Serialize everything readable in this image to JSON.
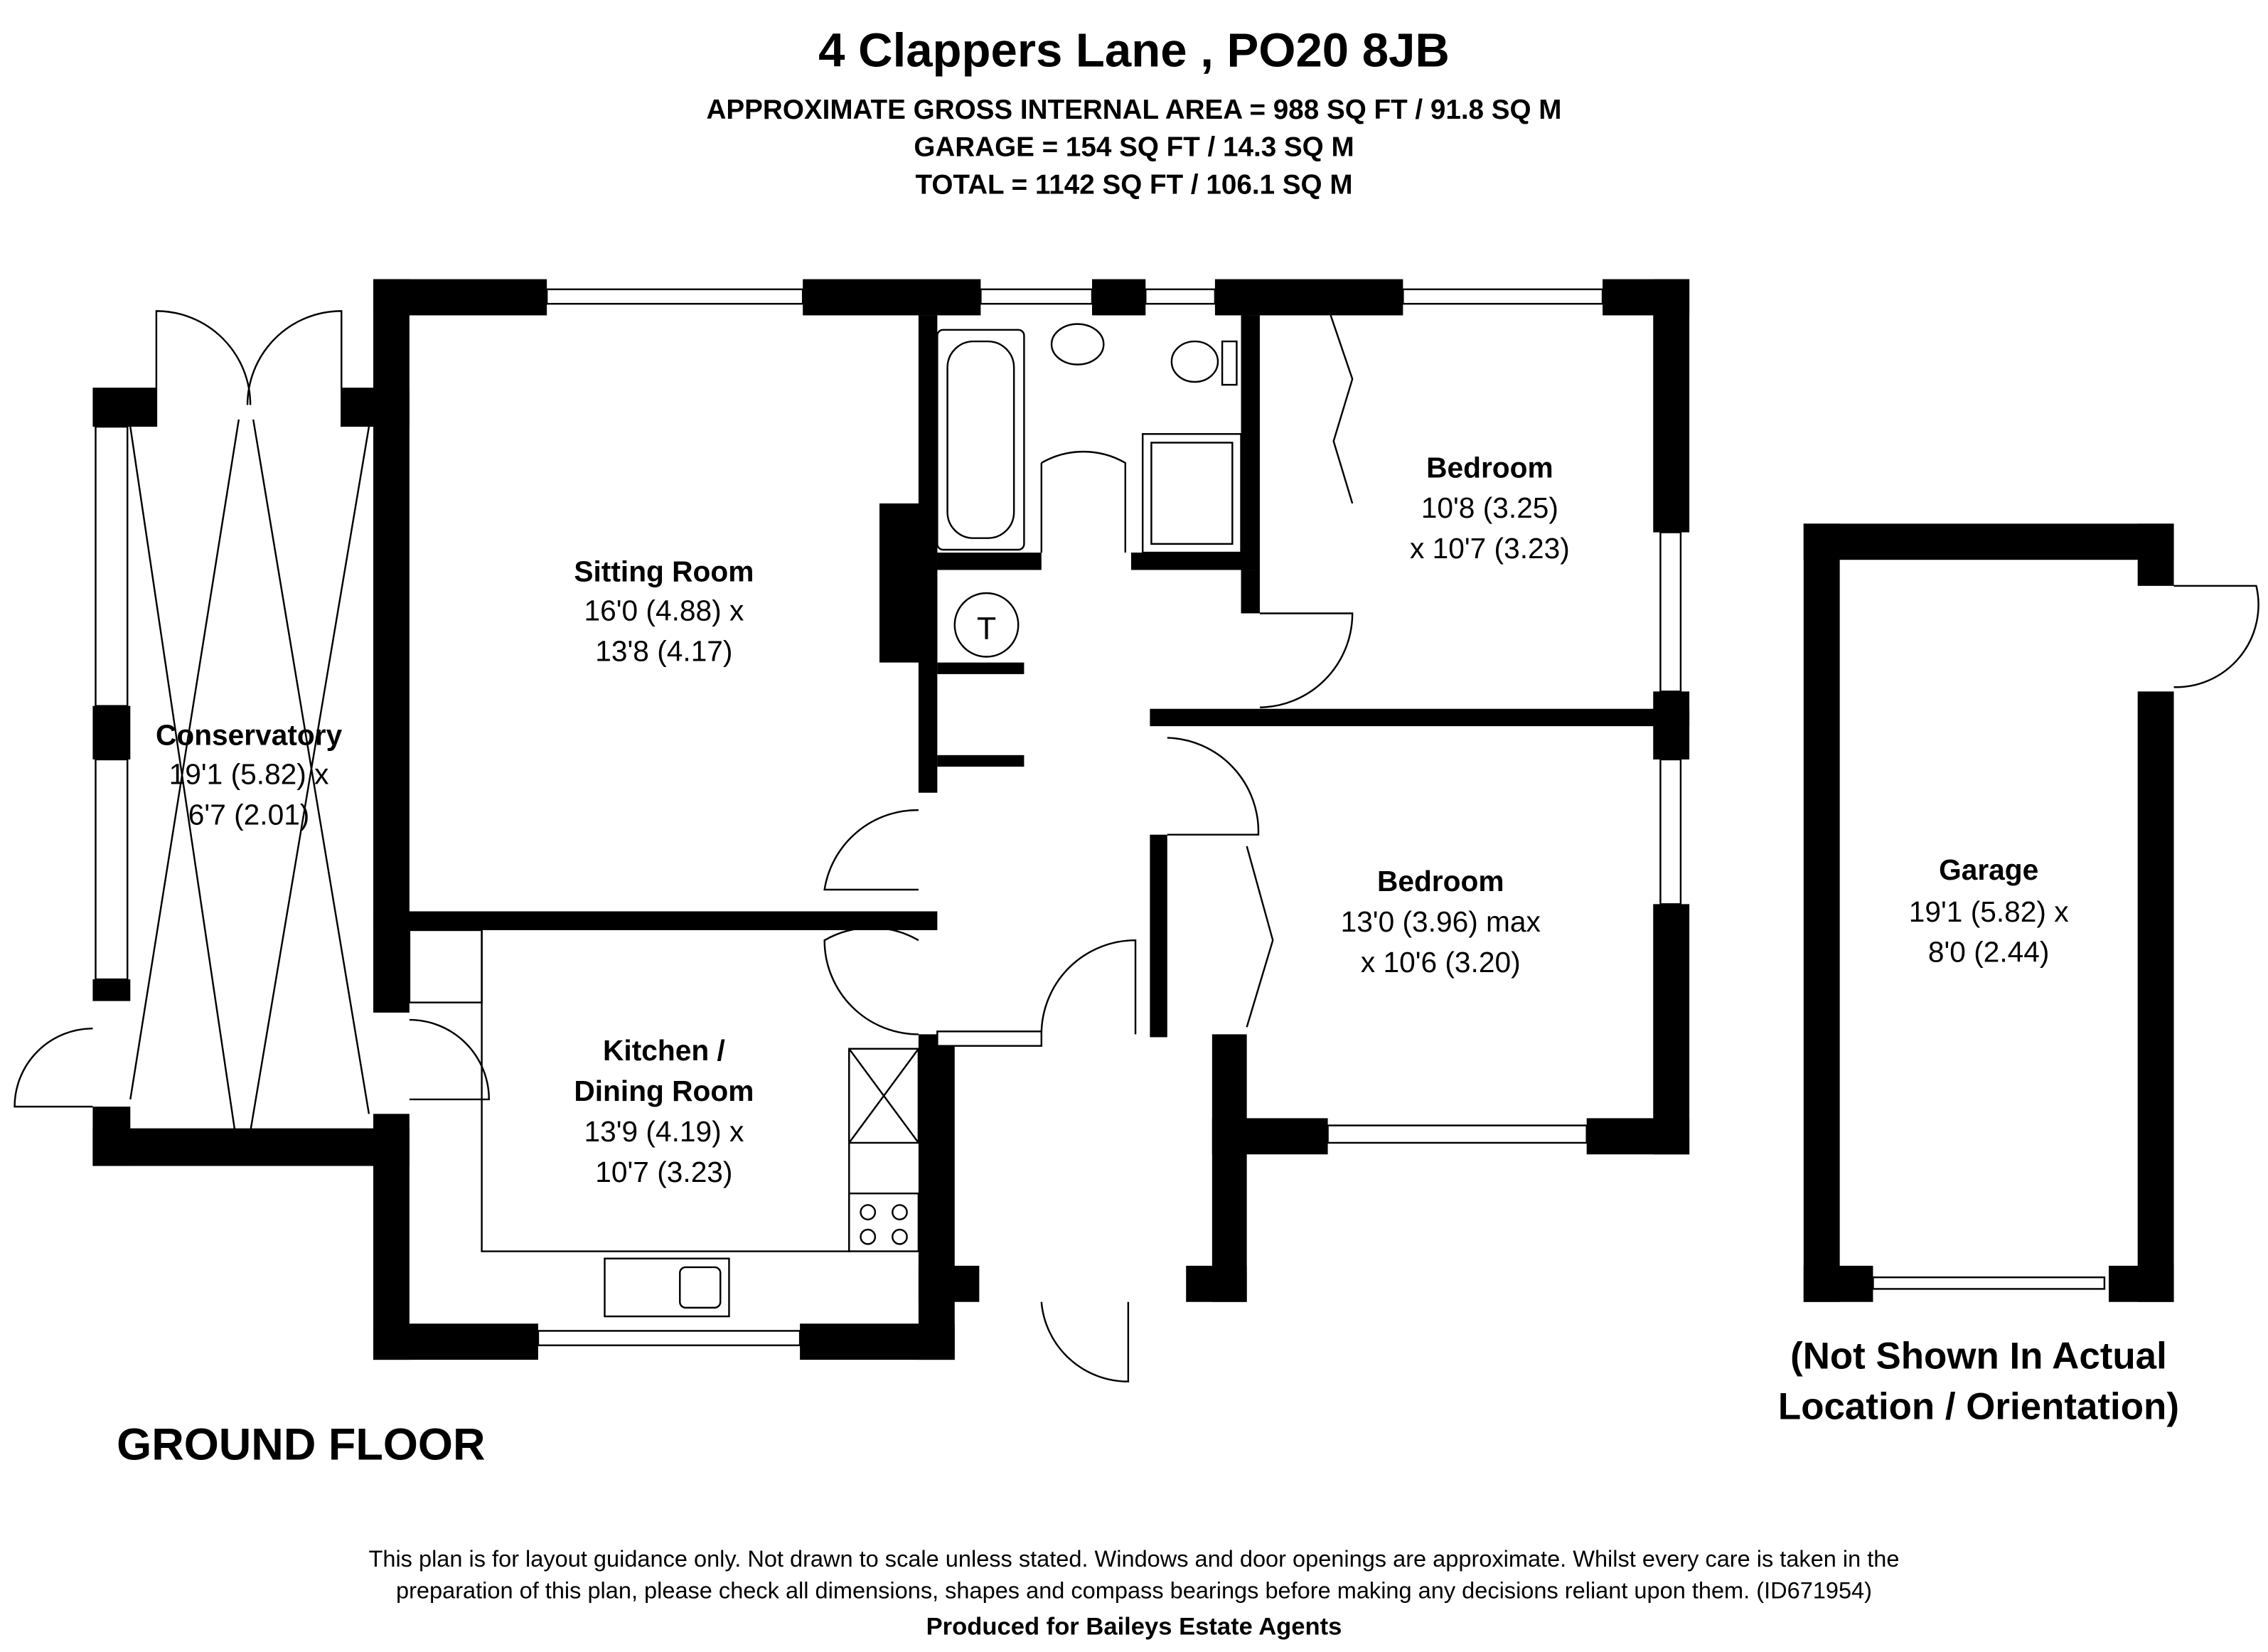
{
  "header": {
    "title": "4 Clappers Lane , PO20 8JB",
    "area_lines": [
      "APPROXIMATE GROSS INTERNAL AREA = 988 SQ FT / 91.8 SQ M",
      "GARAGE = 154 SQ FT / 14.3 SQ M",
      "TOTAL = 1142 SQ FT / 106.1 SQ M"
    ]
  },
  "rooms": {
    "sitting": {
      "name": "Sitting Room",
      "dim1": "16'0 (4.88) x",
      "dim2": "13'8 (4.17)"
    },
    "conservatory": {
      "name": "Conservatory",
      "dim1": "19'1 (5.82) x",
      "dim2": "6'7 (2.01)"
    },
    "kitchen": {
      "name1": "Kitchen /",
      "name2": "Dining Room",
      "dim1": "13'9 (4.19) x",
      "dim2": "10'7 (3.23)"
    },
    "bedroom1": {
      "name": "Bedroom",
      "dim1": "10'8 (3.25)",
      "dim2": "x 10'7 (3.23)"
    },
    "bedroom2": {
      "name": "Bedroom",
      "dim1": "13'0 (3.96) max",
      "dim2": "x 10'6 (3.20)"
    },
    "garage": {
      "name": "Garage",
      "dim1": "19'1 (5.82) x",
      "dim2": "8'0 (2.44)"
    }
  },
  "tank_label": "T",
  "floor_label": "GROUND FLOOR",
  "garage_note": [
    "(Not Shown In Actual",
    "Location / Orientation)"
  ],
  "footer": {
    "disclaimer1": "This plan is for layout guidance only. Not drawn to scale unless stated. Windows and door openings are approximate. Whilst every care is taken in the",
    "disclaimer2": "preparation of this plan, please check all dimensions, shapes and compass bearings before making any decisions reliant upon them. (ID671954)",
    "producer": "Produced for Baileys Estate Agents"
  }
}
